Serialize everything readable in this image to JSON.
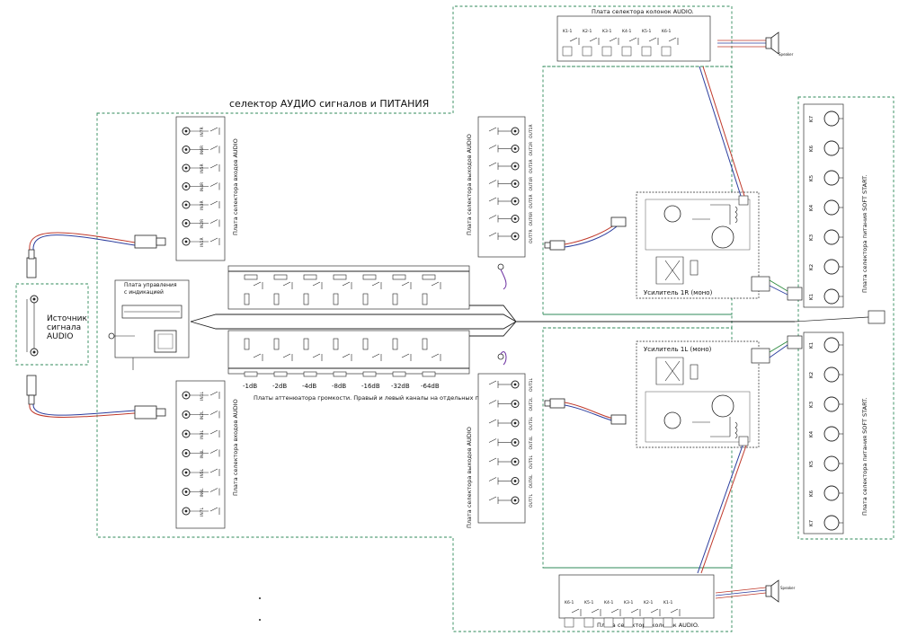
{
  "title": "селектор АУДИО сигналов и ПИТАНИЯ",
  "source": {
    "label": "Источник сигнала AUDIO",
    "lines": [
      "Источник",
      "сигнала",
      "AUDIO"
    ]
  },
  "control_board": {
    "label": "Плата управления с индикацией",
    "lines": [
      "Плата управления",
      "с индикацией"
    ]
  },
  "input_selector_top": {
    "label": "Плата селектора входов AUDIO",
    "inputs": [
      "IN7R",
      "IN6R",
      "IN5R",
      "IN4R",
      "IN3R",
      "IN2R",
      "IN1R"
    ]
  },
  "input_selector_bottom": {
    "label": "Плата селектора входов AUDIO",
    "inputs": [
      "IN1L",
      "IN2L",
      "IN3L",
      "IN4L",
      "IN5L",
      "IN6L",
      "IN7L"
    ]
  },
  "attenuator_caption": "Платы аттенюатора громкости. Правый и левый каналы на отдельных платах.",
  "attenuator_steps": [
    "-1dB",
    "-2dB",
    "-4dB",
    "-8dB",
    "-16dB",
    "-32dB",
    "-64dB"
  ],
  "output_selector_top": {
    "label": "Плата селектора выходов AUDIO",
    "outputs": [
      "OUT1R",
      "OUT2R",
      "OUT3R",
      "OUT4R",
      "OUT5R",
      "OUT6R",
      "OUT7R"
    ]
  },
  "output_selector_bottom": {
    "label": "Плата селектора выходов AUDIO",
    "outputs": [
      "OUT1L",
      "OUT2L",
      "OUT3L",
      "OUT4L",
      "OUT5L",
      "OUT6L",
      "OUT7L"
    ]
  },
  "speaker_selector_top": {
    "label": "Плата селектора колонок AUDIO.",
    "relays": [
      "K1-1",
      "K2-1",
      "K3-1",
      "K4-1",
      "K5-1",
      "K6-1"
    ]
  },
  "speaker_selector_bottom": {
    "label": "Плата селектора колонок AUDIO.",
    "relays": [
      "K6-1",
      "K5-1",
      "K4-1",
      "K3-1",
      "K2-1",
      "K1-1"
    ]
  },
  "amp_right": {
    "label": "Усилитель 1R (моно)"
  },
  "amp_left": {
    "label": "Усилитель 1L (моно)"
  },
  "power_top": {
    "label": "Плата селектора питания SOFT START.",
    "relays": [
      "K7",
      "K6",
      "K5",
      "K4",
      "K3",
      "K2",
      "K1"
    ]
  },
  "power_bottom": {
    "label": "Плата селектора питания SOFT START.",
    "relays": [
      "K1",
      "K2",
      "K3",
      "K4",
      "K5",
      "K6",
      "K7"
    ]
  },
  "speaker_label": "Speaker"
}
